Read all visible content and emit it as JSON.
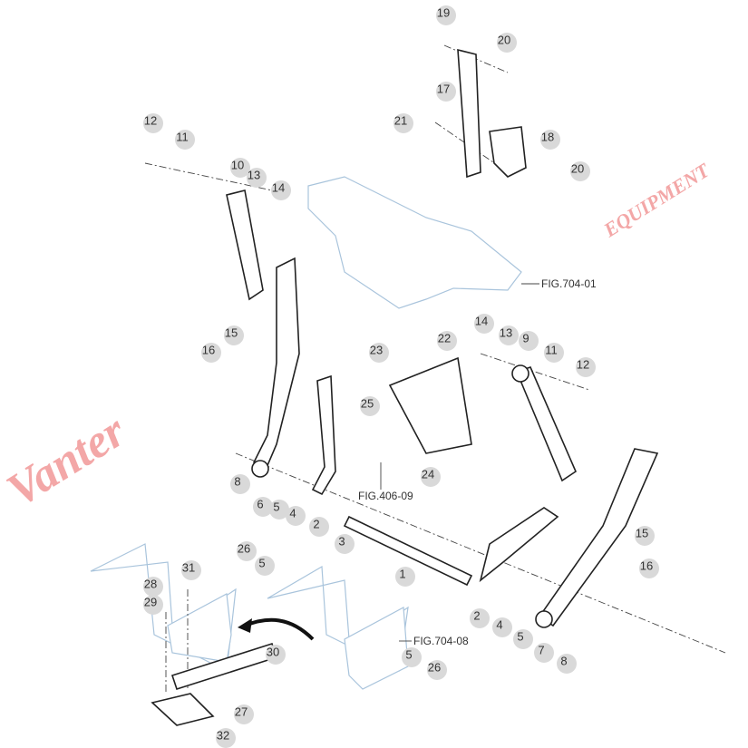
{
  "diagram": {
    "callouts": [
      "19",
      "20",
      "17",
      "21",
      "18",
      "20",
      "12",
      "11",
      "10",
      "13",
      "14",
      "15",
      "16",
      "23",
      "22",
      "25",
      "24",
      "14",
      "13",
      "9",
      "11",
      "12",
      "8",
      "6",
      "5",
      "4",
      "2",
      "3",
      "1",
      "15",
      "16",
      "2",
      "4",
      "5",
      "7",
      "8",
      "26",
      "5",
      "31",
      "28",
      "29",
      "30",
      "27",
      "32",
      "5",
      "26"
    ],
    "figure_refs": [
      "FIG.704-01",
      "FIG.406-09",
      "FIG.704-08"
    ],
    "watermark": "VanterEQUIPMENT"
  },
  "colors": {
    "callout_bg": "#d9d9d9",
    "frame": "#a9c4dc",
    "watermark": "#f08a8a"
  }
}
